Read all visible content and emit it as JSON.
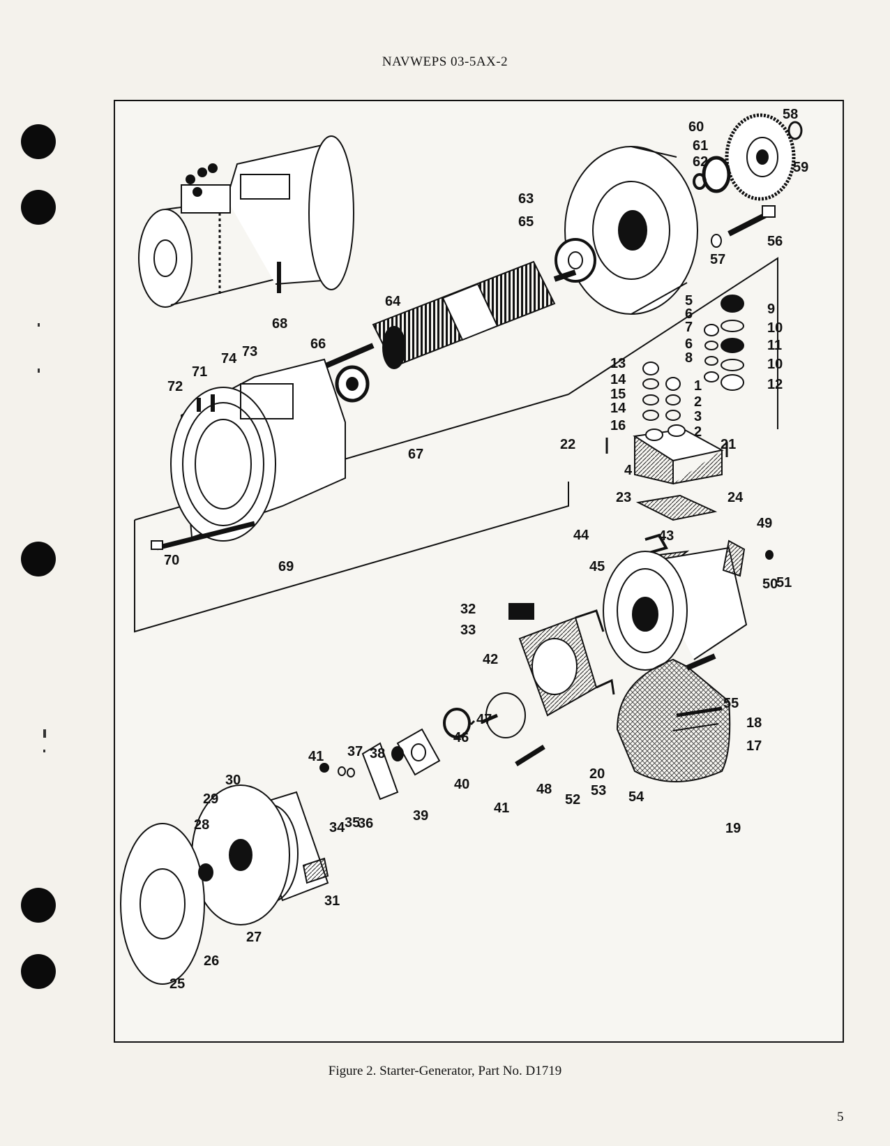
{
  "header": {
    "doc_number": "NAVWEPS 03-5AX-2"
  },
  "figure": {
    "caption": "Figure 2.  Starter-Generator, Part No. D1719",
    "callouts": [
      "1",
      "2",
      "2",
      "3",
      "4",
      "5",
      "6",
      "6",
      "7",
      "8",
      "9",
      "10",
      "10",
      "11",
      "12",
      "13",
      "14",
      "14",
      "15",
      "16",
      "17",
      "18",
      "19",
      "20",
      "21",
      "22",
      "23",
      "24",
      "25",
      "26",
      "27",
      "28",
      "29",
      "30",
      "31",
      "32",
      "33",
      "34",
      "35",
      "36",
      "37",
      "38",
      "39",
      "40",
      "41",
      "41",
      "42",
      "43",
      "44",
      "45",
      "46",
      "47",
      "48",
      "49",
      "50",
      "51",
      "52",
      "53",
      "54",
      "55",
      "56",
      "57",
      "58",
      "59",
      "60",
      "61",
      "62",
      "63",
      "64",
      "65",
      "66",
      "67",
      "68",
      "69",
      "70",
      "71",
      "72",
      "73",
      "74"
    ]
  },
  "page": {
    "number": "5"
  },
  "colors": {
    "ink": "#111111",
    "paper": "#f4f2ec",
    "hole": "#0b0b0b"
  }
}
